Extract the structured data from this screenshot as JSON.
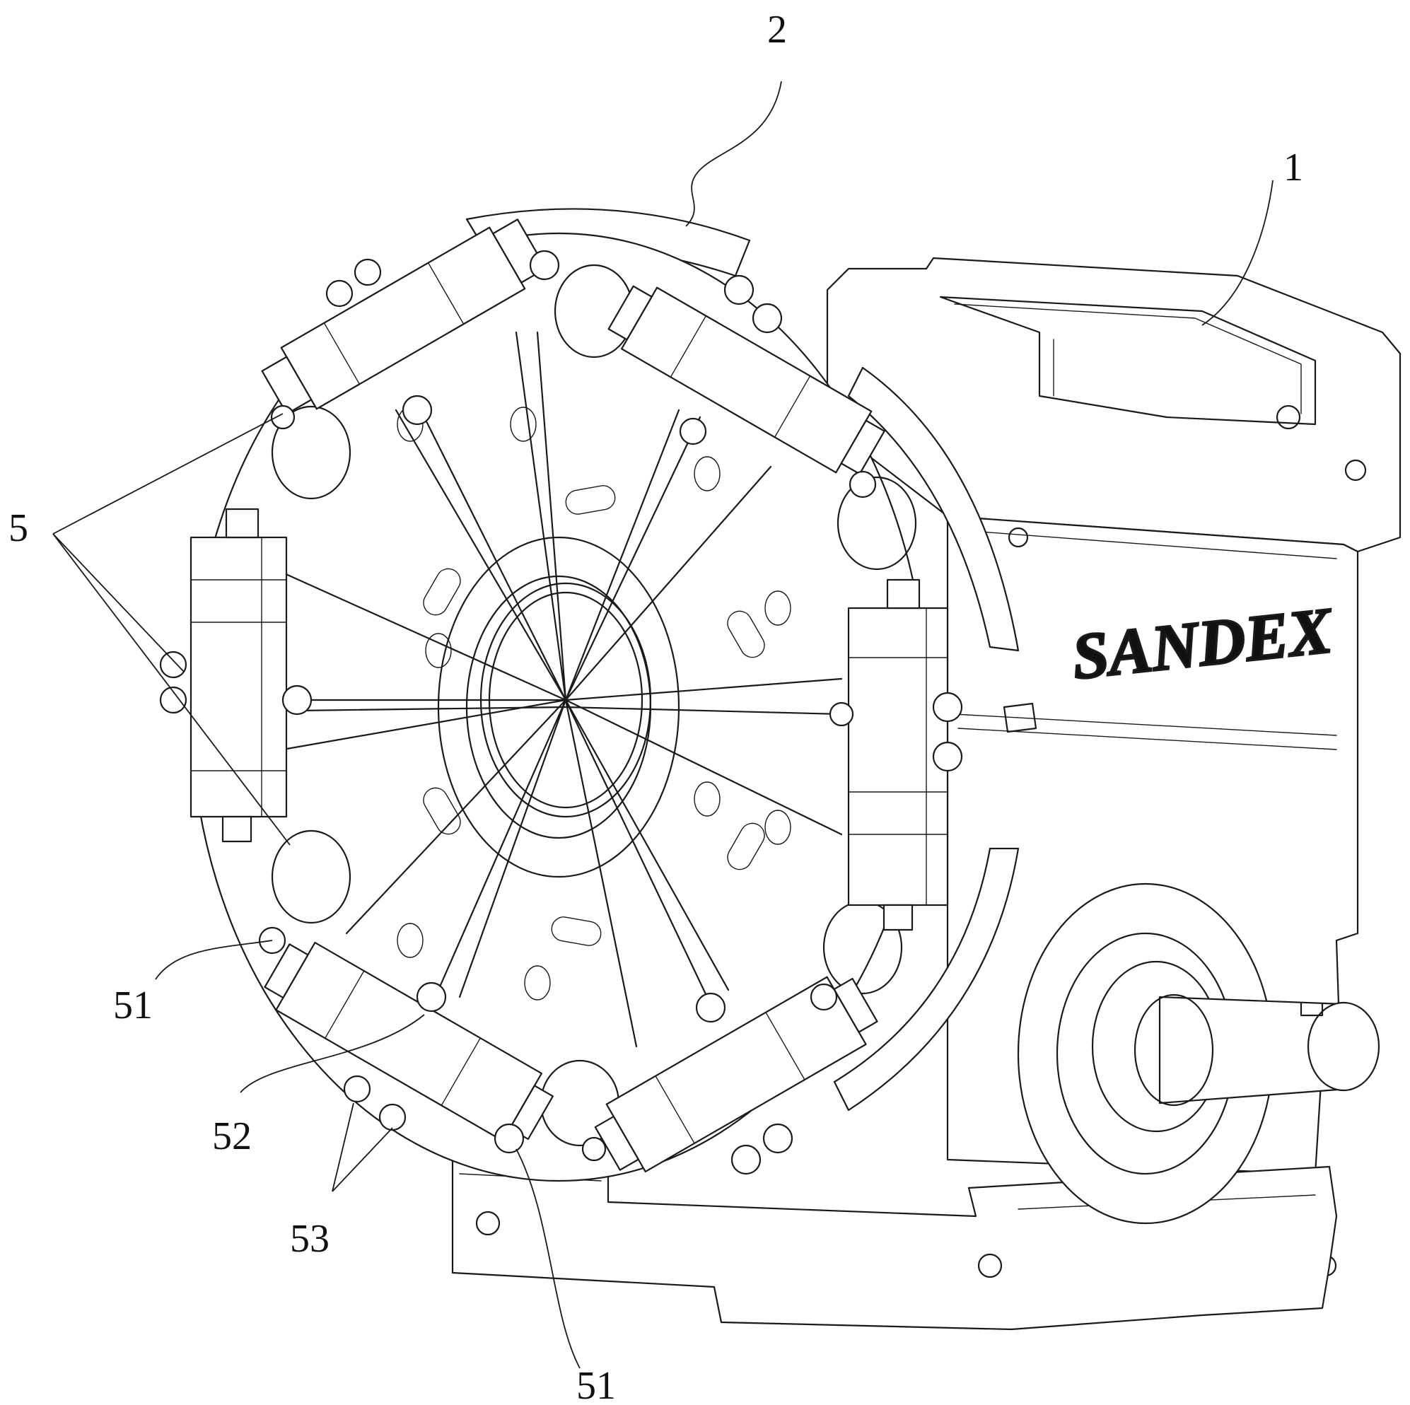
{
  "brand_text": "SANDEX",
  "labels": {
    "label_2": "2",
    "label_1": "1",
    "label_5": "5",
    "label_51_left": "51",
    "label_52": "52",
    "label_53": "53",
    "label_51_bottom": "51"
  }
}
